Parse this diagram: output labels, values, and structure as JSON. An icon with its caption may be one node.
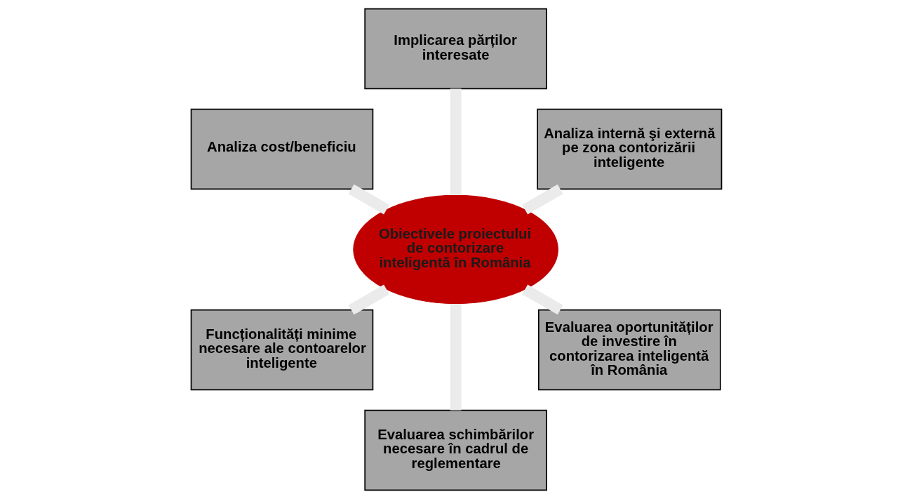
{
  "diagram": {
    "nodes": [
      {
        "text": [
          "Obiectivele proiectului de contorizare inteligentă în România"
        ]
      },
      {
        "text": [
          "Analiza internă şi externă pe zona contorizării inteligente"
        ]
      },
      {
        "text": [
          "Implicarea părților interesate"
        ]
      },
      {
        "text": [
          "Analiza cost/beneficiu"
        ]
      },
      {
        "text": [
          "Funcționalități minime necesare ale contoarelor inteligente"
        ]
      },
      {
        "text": [
          "Evaluarea schimbărilor necesare în cadrul de reglementare"
        ]
      },
      {
        "text": [
          "Evaluarea oportunităților de investire în contorizarea inteligentă în România"
        ]
      }
    ],
    "edges": [
      {
        "from": 0,
        "to": 1,
        "arrow": "none"
      },
      {
        "from": 0,
        "to": 2,
        "arrow": "none"
      },
      {
        "from": 0,
        "to": 3,
        "arrow": "none"
      },
      {
        "from": 0,
        "to": 4,
        "arrow": "none"
      },
      {
        "from": 0,
        "to": 5,
        "arrow": "none"
      },
      {
        "from": 0,
        "to": 6,
        "arrow": "none"
      }
    ]
  }
}
